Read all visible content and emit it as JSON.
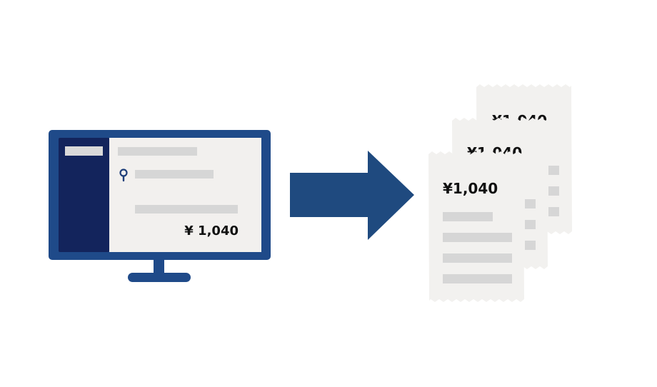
{
  "monitor": {
    "price": "¥ 1,040",
    "pin_icon": "map-pin-icon"
  },
  "flow_arrow": {
    "icon": "arrow-right-icon"
  },
  "receipts": {
    "front_price": "¥1,040",
    "middle_price": "¥1,040",
    "back_price": "¥1,040"
  },
  "colors": {
    "frame_blue": "#1f4a89",
    "sidebar_navy": "#13245c",
    "screen_bg": "#f2f0ee",
    "placeholder_gray": "#d6d6d6",
    "arrow_blue": "#1f4a7f",
    "receipt_bg": "#f2f1ef"
  }
}
